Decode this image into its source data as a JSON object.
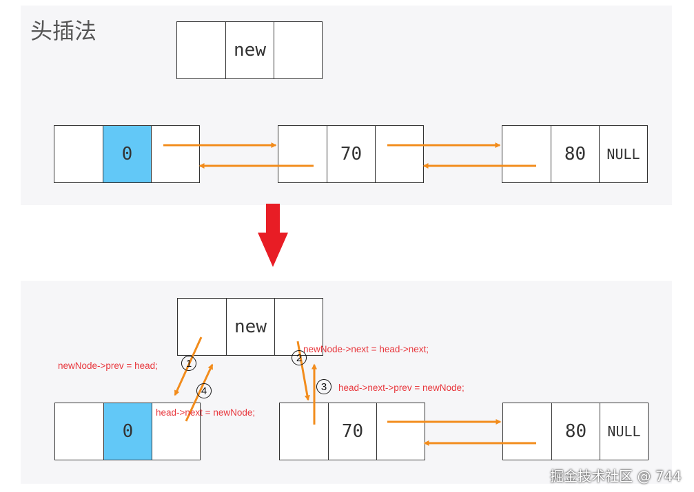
{
  "title": "头插法",
  "top_diagram": {
    "new_node": [
      "",
      "new",
      ""
    ],
    "nodes": [
      {
        "cells": [
          "",
          "0",
          ""
        ],
        "highlight": 1
      },
      {
        "cells": [
          "",
          "70",
          ""
        ]
      },
      {
        "cells": [
          "",
          "80",
          "NULL"
        ]
      }
    ]
  },
  "bottom_diagram": {
    "new_node": [
      "",
      "new",
      ""
    ],
    "nodes": [
      {
        "cells": [
          "",
          "0",
          ""
        ],
        "highlight": 1
      },
      {
        "cells": [
          "",
          "70",
          ""
        ]
      },
      {
        "cells": [
          "",
          "80",
          "NULL"
        ]
      }
    ],
    "steps": [
      {
        "num": "1",
        "text": "newNode->prev = head;"
      },
      {
        "num": "2",
        "text": "newNode->next = head->next;"
      },
      {
        "num": "3",
        "text": "head->next->prev = newNode;"
      },
      {
        "num": "4",
        "text": "head->next = newNode;"
      }
    ]
  },
  "colors": {
    "arrow": "#f28c1c",
    "down_arrow": "#e81d25",
    "highlight": "#62c8f7",
    "label": "#e8373d"
  },
  "watermark": "掘金技术社区 @ 744"
}
